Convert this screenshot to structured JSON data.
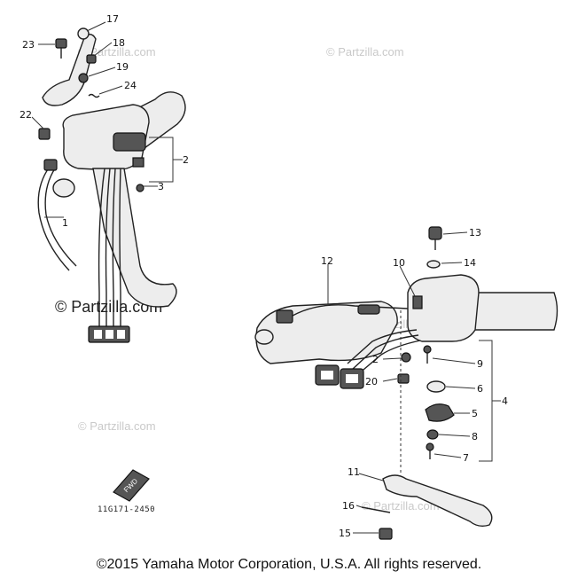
{
  "watermarks": {
    "brand_text": "© Partzilla.com",
    "prominent_text": "© Partzilla.com"
  },
  "drawing": {
    "part_code": "11G171-2450",
    "fwd_tag": "FWD"
  },
  "callouts": {
    "left": [
      "17",
      "23",
      "18",
      "19",
      "24",
      "22",
      "2",
      "3",
      "1"
    ],
    "right": [
      "13",
      "14",
      "12",
      "10",
      "2",
      "9",
      "20",
      "6",
      "4",
      "5",
      "8",
      "7",
      "11",
      "16",
      "15"
    ]
  },
  "footer": {
    "copyright": "©2015  Yamaha Motor Corporation, U.S.A. All rights reserved."
  }
}
